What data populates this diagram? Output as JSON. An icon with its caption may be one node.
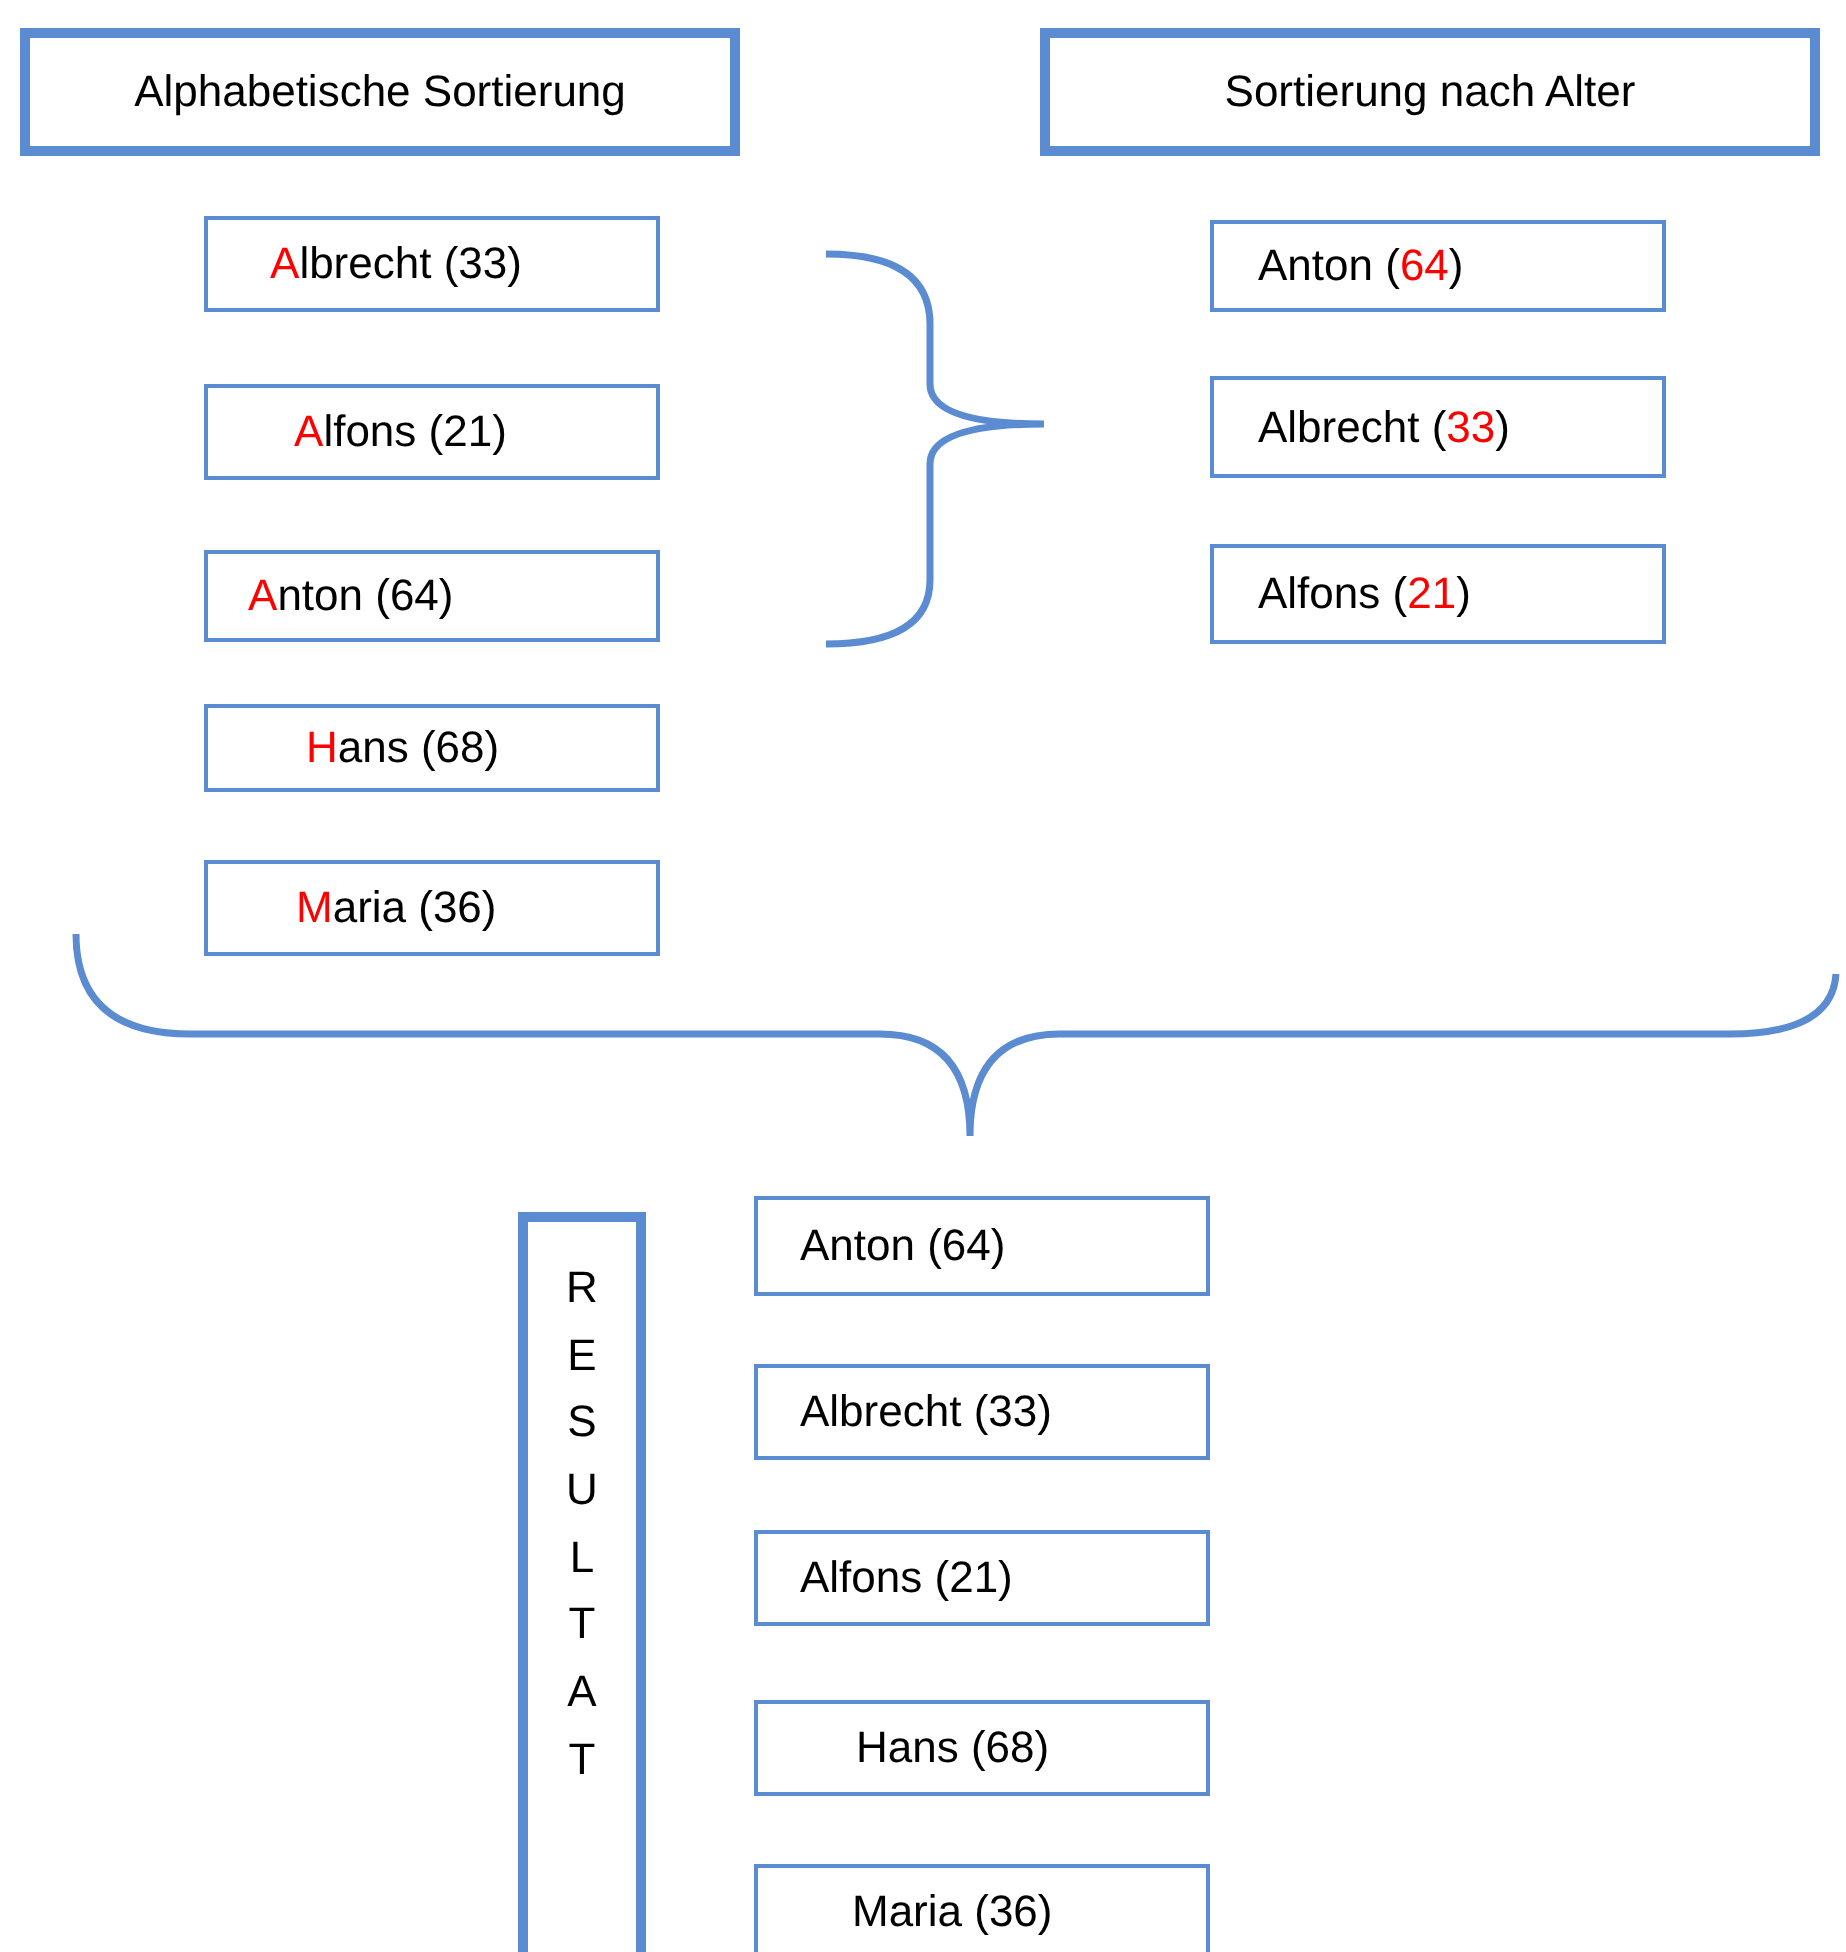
{
  "diagram": {
    "nodes": [
      {
        "text": [
          "Alphabetische Sortierung"
        ]
      },
      {
        "text": [
          "Sortierung nach Alter"
        ]
      },
      {
        "text": [
          "Albrecht (33)"
        ]
      },
      {
        "text": [
          "Alfons (21)"
        ]
      },
      {
        "text": [
          "Anton (64)"
        ]
      },
      {
        "text": [
          "Hans (68)"
        ]
      },
      {
        "text": [
          "Maria (36)"
        ]
      },
      {
        "text": [
          "Anton (64)"
        ]
      },
      {
        "text": [
          "Albrecht (33)"
        ]
      },
      {
        "text": [
          "Alfons (21)"
        ]
      },
      {
        "text": [
          "RESULTAT"
        ]
      },
      {
        "text": [
          "Anton (64)"
        ]
      },
      {
        "text": [
          "Albrecht (33)"
        ]
      },
      {
        "text": [
          "Alfons (21)"
        ]
      },
      {
        "text": [
          "Hans (68)"
        ]
      },
      {
        "text": [
          "Maria (36)"
        ]
      }
    ],
    "edges": []
  }
}
